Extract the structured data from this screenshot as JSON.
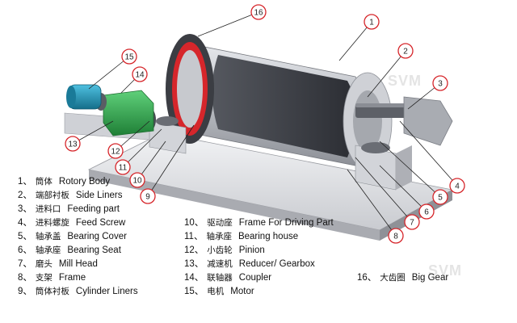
{
  "diagram": {
    "colors": {
      "red": "#d6262b",
      "steel": "#b9bcc2",
      "dark": "#3a3d44",
      "motor": "#1f8fb0",
      "reducer": "#2fa84b"
    },
    "watermark": "SVM",
    "callouts": [
      "1",
      "2",
      "3",
      "4",
      "5",
      "6",
      "7",
      "8",
      "9",
      "10",
      "11",
      "12",
      "13",
      "14",
      "15",
      "16"
    ],
    "legend": [
      {
        "num": "1、",
        "zh": "筒体",
        "en": "Rotory Body"
      },
      {
        "num": "2、",
        "zh": "端部衬板",
        "en": "Side Liners"
      },
      {
        "num": "3、",
        "zh": "进料口",
        "en": "Feeding part"
      },
      {
        "num": "4、",
        "zh": "进料螺旋",
        "en": "Feed Screw"
      },
      {
        "num": "5、",
        "zh": "轴承盖",
        "en": "Bearing Cover"
      },
      {
        "num": "6、",
        "zh": "轴承座",
        "en": "Bearing Seat"
      },
      {
        "num": "7、",
        "zh": "磨头",
        "en": "Mill Head"
      },
      {
        "num": "8、",
        "zh": "支架",
        "en": "Frame"
      },
      {
        "num": "9、",
        "zh": "筒体衬板",
        "en": "Cylinder Liners"
      },
      {
        "num": "10、",
        "zh": "驱动座",
        "en": "Frame For Driving Part"
      },
      {
        "num": "11、",
        "zh": "轴承座",
        "en": "Bearing house"
      },
      {
        "num": "12、",
        "zh": "小齿轮",
        "en": "Pinion"
      },
      {
        "num": "13、",
        "zh": "减速机",
        "en": "Reducer/ Gearbox"
      },
      {
        "num": "14、",
        "zh": "联轴器",
        "en": "Coupler"
      },
      {
        "num": "15、",
        "zh": "电机",
        "en": "Motor"
      },
      {
        "num": "16、",
        "zh": "大齿圈",
        "en": "Big Gear"
      }
    ]
  }
}
